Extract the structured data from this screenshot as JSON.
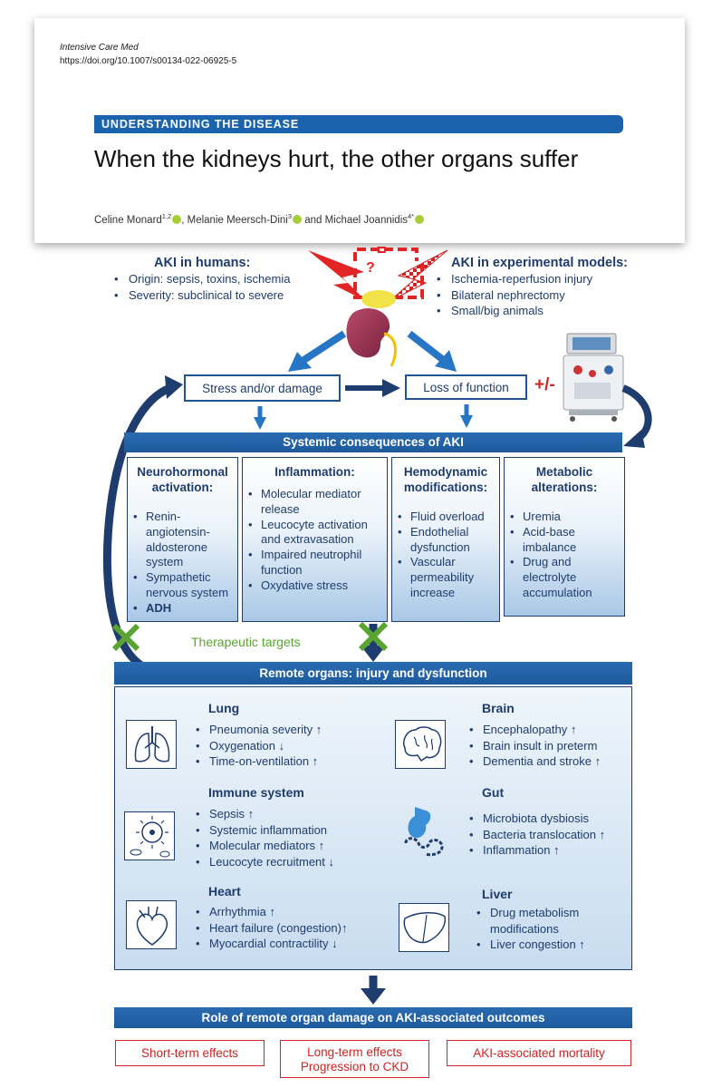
{
  "header": {
    "journal": "Intensive Care Med",
    "doi": "https://doi.org/10.1007/s00134-022-06925-5",
    "section": "UNDERSTANDING THE DISEASE",
    "title": "When the kidneys hurt, the other organs suffer",
    "authors": [
      {
        "name": "Celine Monard",
        "sup": "1,2",
        "sep": ", "
      },
      {
        "name": "Melanie Meersch-Dini",
        "sup": "3",
        "sep": " and "
      },
      {
        "name": "Michael Joannidis",
        "sup": "4*",
        "sep": ""
      }
    ]
  },
  "figure": {
    "aki_humans": {
      "title": "AKI in humans:",
      "items": [
        "Origin: sepsis, toxins, ischemia",
        "Severity: subclinical to severe"
      ]
    },
    "aki_experimental": {
      "title": "AKI in experimental models:",
      "items": [
        "Ischemia-reperfusion injury",
        "Bilateral nephrectomy",
        "Small/big animals"
      ]
    },
    "compare_symbol": "=",
    "question_mark": "?",
    "stress_label": "Stress and/or damage",
    "loss_label": "Loss of function",
    "plus_minus": "+/-",
    "systemic_title": "Systemic consequences of AKI",
    "categories": [
      {
        "title": "Neurohormonal activation:",
        "items": [
          "Renin-angiotensin-aldosterone system",
          "Sympathetic nervous system",
          "ADH"
        ]
      },
      {
        "title": "Inflammation:",
        "items": [
          "Molecular mediator release",
          "Leucocyte activation and extravasation",
          "Impaired neutrophil function",
          "Oxydative stress"
        ]
      },
      {
        "title": "Hemodynamic modifications:",
        "items": [
          "Fluid overload",
          "Endothelial dysfunction",
          "Vascular permeability increase"
        ]
      },
      {
        "title": "Metabolic alterations:",
        "items": [
          "Uremia",
          "Acid-base imbalance",
          "Drug and electrolyte accumulation"
        ]
      }
    ],
    "therapeutic": "Therapeutic targets",
    "remote_title": "Remote organs: injury and dysfunction",
    "organs": {
      "lung": {
        "title": "Lung",
        "items": [
          "Pneumonia severity ↑",
          "Oxygenation ↓",
          "Time-on-ventilation ↑"
        ]
      },
      "brain": {
        "title": "Brain",
        "items": [
          "Encephalopathy ↑",
          "Brain insult in preterm",
          "Dementia and stroke ↑"
        ]
      },
      "immune": {
        "title": "Immune system",
        "items": [
          "Sepsis ↑",
          "Systemic inflammation",
          "Molecular mediators ↑",
          "Leucocyte recruitment ↓"
        ]
      },
      "gut": {
        "title": "Gut",
        "items": [
          "Microbiota dysbiosis",
          "Bacteria translocation ↑",
          "Inflammation ↑"
        ]
      },
      "heart": {
        "title": "Heart",
        "items": [
          "Arrhythmia ↑",
          "Heart failure (congestion)↑",
          "Myocardial contractility ↓"
        ]
      },
      "liver": {
        "title": "Liver",
        "items": [
          "Drug metabolism modifications",
          "Liver congestion ↑"
        ]
      }
    },
    "role_title": "Role of remote organ damage on AKI-associated outcomes",
    "outcomes": {
      "short": "Short-term effects",
      "long_1": "Long-term effects",
      "long_2": "Progression to CKD",
      "mortality": "AKI-associated mortality"
    },
    "colors": {
      "dark_blue": "#1f3c6e",
      "band_blue": "#1c5a9d",
      "red": "#d22222",
      "green": "#5aa431"
    },
    "icons": [
      "lightning-bolt-icon",
      "checkered-lightning-icon",
      "kidney-icon",
      "dialysis-machine-icon",
      "green-cross-icon",
      "lung-icon",
      "brain-icon",
      "immune-cells-icon",
      "stomach-icon",
      "heart-icon",
      "liver-icon"
    ]
  }
}
